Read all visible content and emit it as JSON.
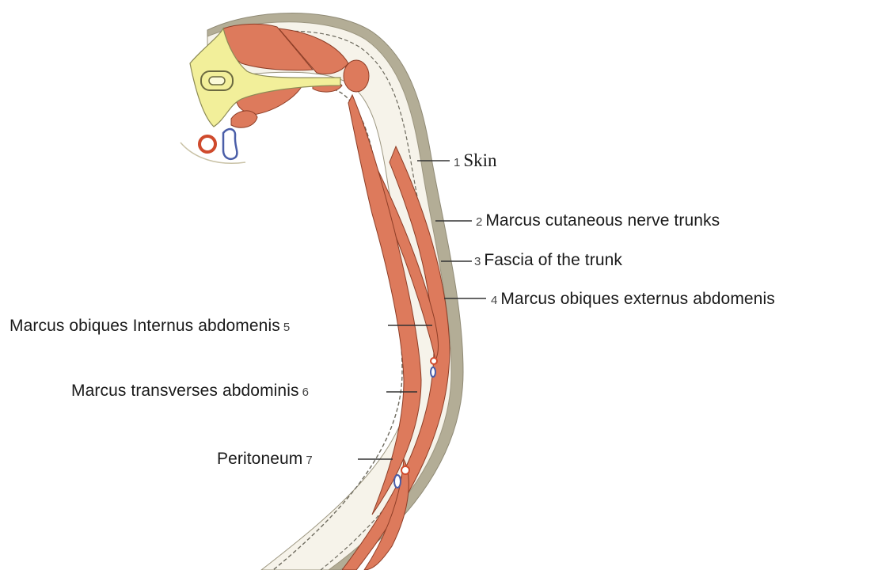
{
  "colors": {
    "muscle": "#dd7a5c",
    "muscle_dark": "#c9593c",
    "skin": "#b3ad96",
    "fascia_fill": "#f6f3ea",
    "bone": "#f2ef9a",
    "vein": "#4a5ea8",
    "artery": "#cf4a2c",
    "leader": "#333333"
  },
  "labels": [
    {
      "id": "skin",
      "number": "1",
      "text": "Skin"
    },
    {
      "id": "nerve",
      "number": "2",
      "text": "Marcus cutaneous nerve trunks"
    },
    {
      "id": "fascia",
      "number": "3",
      "text": "Fascia of the trunk"
    },
    {
      "id": "ext-oblique",
      "number": "4",
      "text": "Marcus obiques  externus  abdomenis"
    },
    {
      "id": "int-oblique",
      "number": "5",
      "text": "Marcus obiques Internus  abdomenis"
    },
    {
      "id": "transversus",
      "number": "6",
      "text": "Marcus transverses abdominis"
    },
    {
      "id": "peritoneum",
      "number": "7",
      "text": "Peritoneum"
    }
  ]
}
